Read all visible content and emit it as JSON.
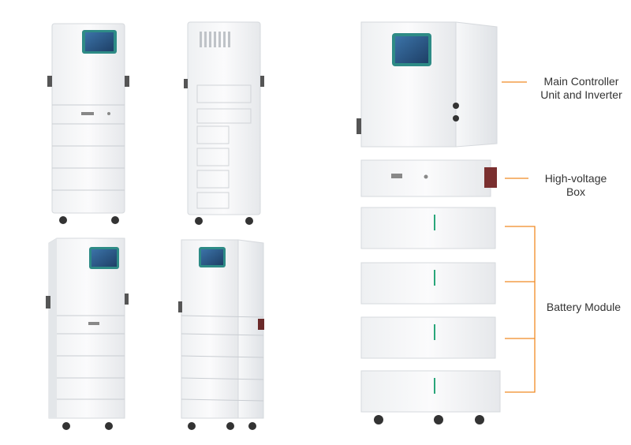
{
  "labels": {
    "main_controller": "Main Controller\nUnit and Inverter",
    "hv_box": "High-voltage\nBox",
    "battery": "Battery Module"
  },
  "colors": {
    "accent": "#f08a24",
    "body": "#f4f5f7",
    "screen_frame": "#2e8b86",
    "screen": "#2a5b8c"
  }
}
